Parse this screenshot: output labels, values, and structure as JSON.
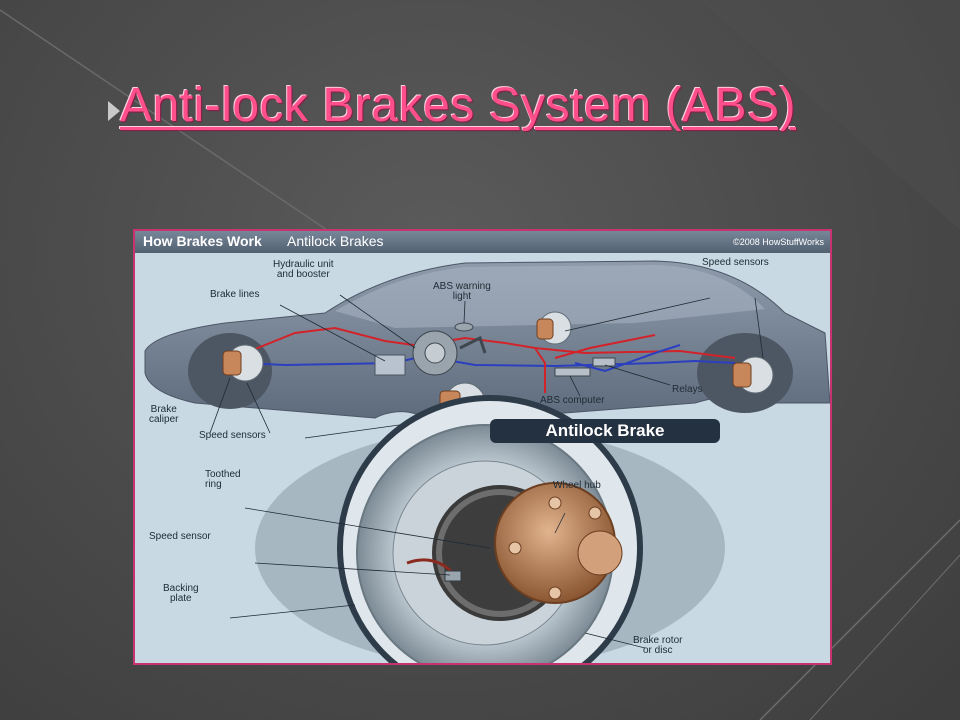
{
  "slide": {
    "title": "Anti-lock Brakes System (ABS)"
  },
  "figure": {
    "header_title": "How Brakes Work",
    "header_subtitle": "Antilock Brakes",
    "copyright": "©2008 HowStuffWorks",
    "banner": "Antilock Brake",
    "labels": {
      "hydraulic_unit": "Hydraulic unit\nand booster",
      "abs_warning_light": "ABS warning\nlight",
      "speed_sensors_top": "Speed sensors",
      "brake_lines": "Brake lines",
      "brake_caliper": "Brake\ncaliper",
      "speed_sensors_bottom": "Speed sensors",
      "abs_computer": "ABS computer",
      "relays": "Relays",
      "toothed_ring": "Toothed\nring",
      "wheel_hub": "Wheel hub",
      "speed_sensor": "Speed sensor",
      "backing_plate": "Backing\nplate",
      "brake_rotor": "Brake rotor\nor disc"
    }
  },
  "colors": {
    "title": "#ff4f8b",
    "frame_border": "#c8336f",
    "brake_line_red": "#d2232a",
    "brake_line_blue": "#2b3fbf"
  }
}
